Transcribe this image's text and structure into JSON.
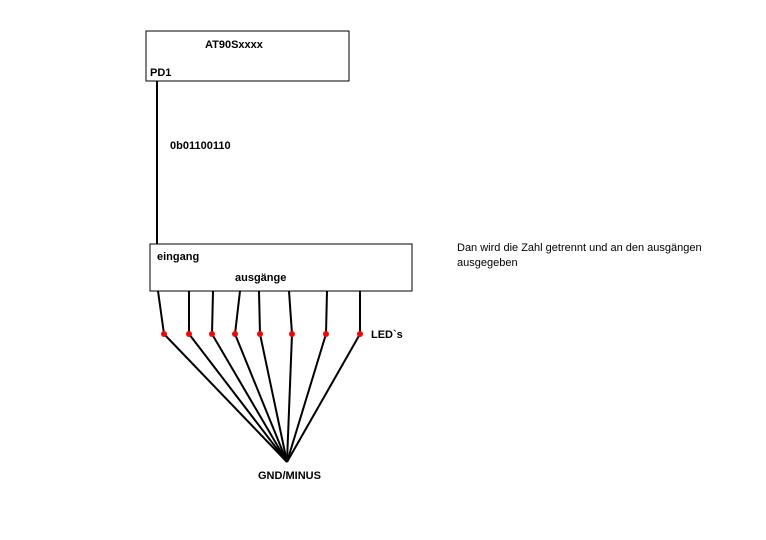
{
  "chip": {
    "name": "AT90Sxxxx",
    "pin": "PD1"
  },
  "signal": {
    "value": "0b01100110"
  },
  "register": {
    "input_label": "eingang",
    "output_label": "ausgänge"
  },
  "leds": {
    "label": "LED`s",
    "count": 8,
    "color": "#ff0000"
  },
  "ground": {
    "label": "GND/MINUS"
  },
  "note": {
    "line1": "Dan wird die Zahl getrennt und an den ausgängen",
    "line2": "ausgegeben"
  }
}
